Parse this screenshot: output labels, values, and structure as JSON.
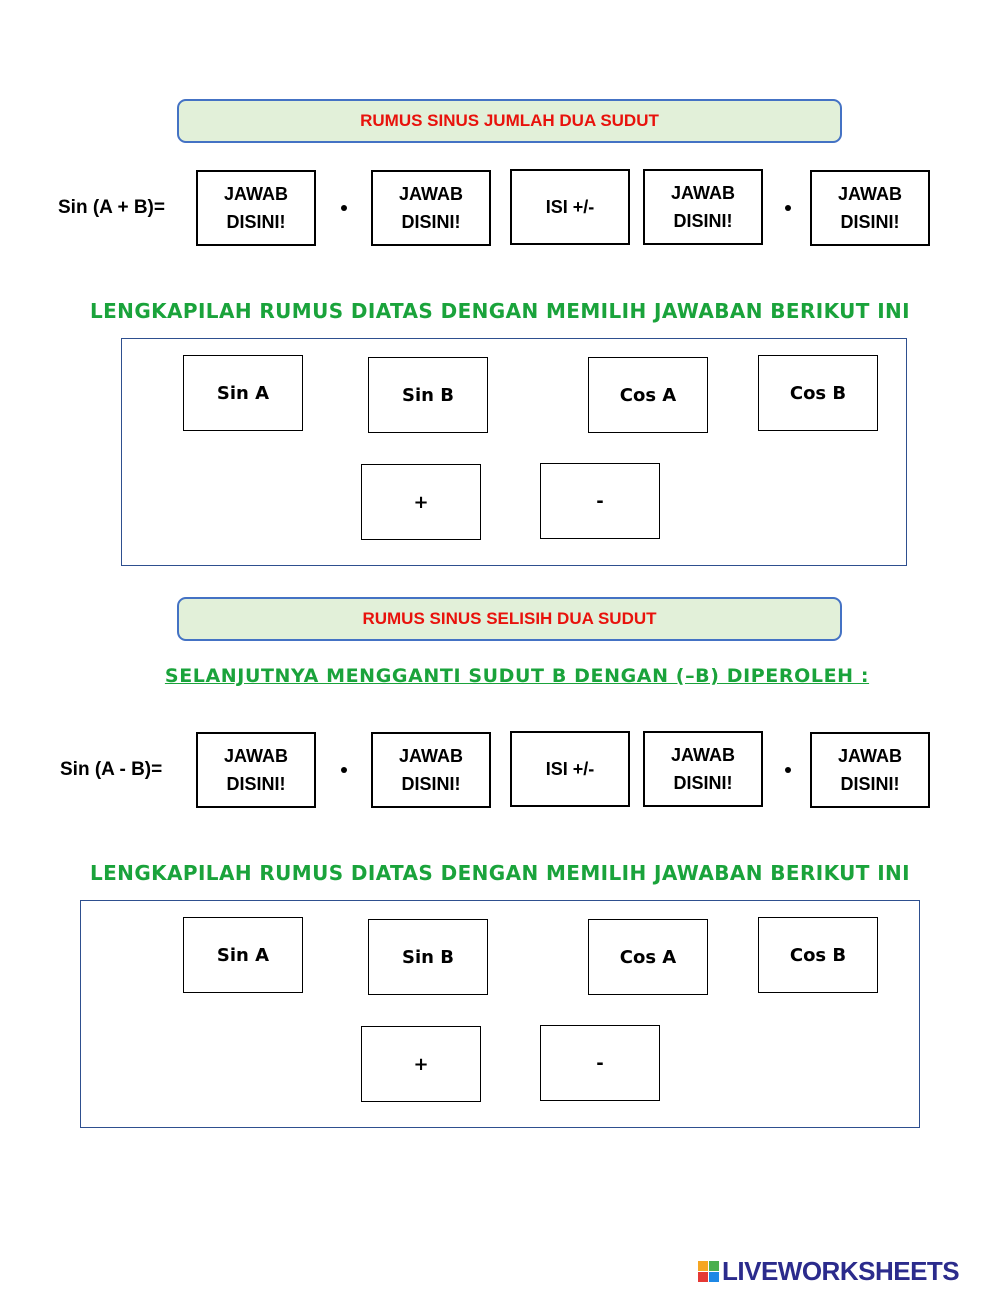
{
  "section1": {
    "banner": "RUMUS SINUS JUMLAH DUA SUDUT",
    "formula_label": "Sin (A + B)=",
    "slots": [
      "JAWAB\nDISINI!",
      "JAWAB\nDISINI!",
      "ISI +/-",
      "JAWAB\nDISINI!",
      "JAWAB\nDISINI!"
    ],
    "instruction": "LENGKAPILAH RUMUS DIATAS DENGAN MEMILIH JAWABAN BERIKUT INI",
    "options": [
      "Sin A",
      "Sin B",
      "Cos A",
      "Cos B",
      "+",
      "-"
    ]
  },
  "section2": {
    "banner": "RUMUS SINUS SELISIH DUA SUDUT",
    "note": "SELANJUTNYA MENGGANTI SUDUT B DENGAN (–B) DIPEROLEH :",
    "formula_label": "Sin (A - B)=",
    "slots": [
      "JAWAB\nDISINI!",
      "JAWAB\nDISINI!",
      "ISI +/-",
      "JAWAB\nDISINI!",
      "JAWAB\nDISINI!"
    ],
    "instruction": "LENGKAPILAH RUMUS DIATAS DENGAN MEMILIH JAWABAN BERIKUT INI",
    "options": [
      "Sin A",
      "Sin B",
      "Cos A",
      "Cos B",
      "+",
      "-"
    ]
  },
  "footer": {
    "brand": "LIVEWORKSHEETS",
    "logo_icon": "liveworksheets-logo-icon"
  },
  "colors": {
    "banner_bg": "#e2f0d9",
    "banner_border": "#4472c4",
    "banner_text": "#e8120c",
    "instruction_text": "#1aa33b",
    "panel_border": "#2e4f8f",
    "brand_text": "#2b2b8c"
  }
}
